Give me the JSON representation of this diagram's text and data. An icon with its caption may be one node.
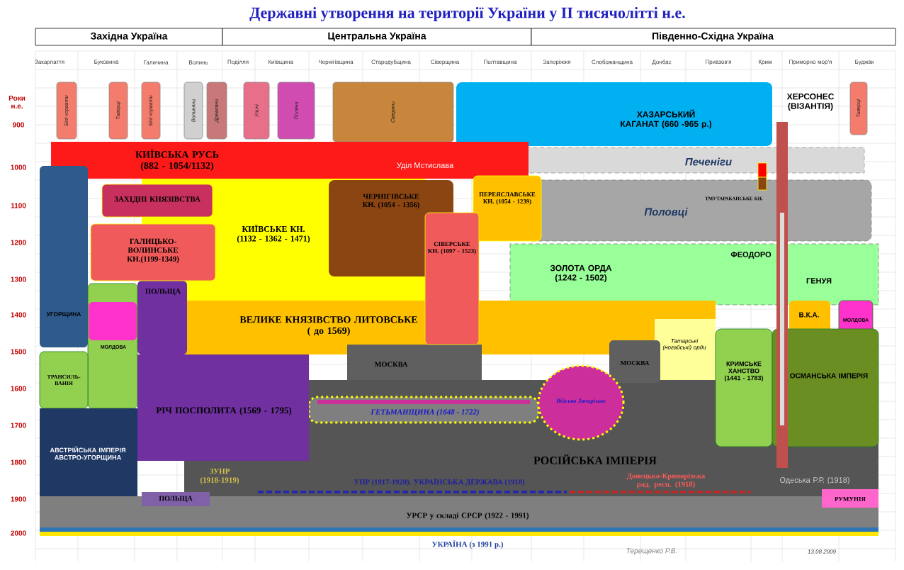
{
  "diagram": {
    "title": "Державні утворення на території України у ІІ тисячолітті н.е.",
    "nodes": [
      {
        "text": [
          "Західна Україна"
        ]
      },
      {
        "text": [
          "Центральна Україна"
        ]
      },
      {
        "text": [
          "Південно-Східна Україна"
        ]
      },
      {
        "text": [
          "Білі хорвати"
        ]
      },
      {
        "text": [
          "Тиверці"
        ]
      },
      {
        "text": [
          "Білі хорвати"
        ]
      },
      {
        "text": [
          "Волиняни"
        ]
      },
      {
        "text": [
          "Древляни"
        ]
      },
      {
        "text": [
          "Уличі"
        ]
      },
      {
        "text": [
          "Поляни"
        ]
      },
      {
        "text": [
          "Сіверяни"
        ]
      },
      {
        "text": [
          "Тиверці"
        ]
      },
      {
        "text": [
          "ХАЗАРСЬКИЙ КАГАНАТ (660 -965 р.)"
        ]
      },
      {
        "text": [
          "ХЕРСОНЕС (ВІЗАНТІЯ)"
        ]
      },
      {
        "text": [
          "КИЇВСЬКА РУСЬ (882 - 1054/1132)"
        ]
      },
      {
        "text": [
          "Печеніги"
        ]
      },
      {
        "text": [
          "УГОРЩИНА"
        ]
      },
      {
        "text": [
          "ЗАХІДНІ КНЯЗІВСТВА"
        ]
      },
      {
        "text": [
          "ЧЕРНІГІВСЬКЕ КН. (1054 - 1356)"
        ]
      },
      {
        "text": [
          "ПЕРЕЯСЛАВСЬКЕ КН. (1054 - 1239)"
        ]
      },
      {
        "text": [
          "ТМУТАРАКАНСЬКЕ КН."
        ]
      },
      {
        "text": [
          "Половці"
        ]
      },
      {
        "text": [
          "КИЇВСЬКЕ КН. (1132 - 1362 - 1471)"
        ]
      },
      {
        "text": [
          "СІВЕРСЬКЕ КН. (1097 - 1523)"
        ]
      },
      {
        "text": [
          "ГАЛИЦЬКО-ВОЛИНСЬКЕ КН.(1199-1349)"
        ]
      },
      {
        "text": [
          "ЗОЛОТА ОРДА (1242 - 1502)"
        ]
      },
      {
        "text": [
          "ФЕОДОРО"
        ],
        "in": 25
      },
      {
        "text": [
          "ГЕНУЯ"
        ],
        "in": 25
      },
      {
        "text": [
          "ПОЛЬЩА"
        ]
      },
      {
        "text": [
          "ВЕЛИКЕ КНЯЗІВСТВО ЛИТОВСЬКЕ",
          "( до 1569)"
        ]
      },
      {
        "text": [
          "В.К.А."
        ]
      },
      {
        "text": [
          "МОЛДОВА"
        ]
      },
      {
        "text": [
          "МОЛДОВА"
        ]
      },
      {
        "text": [
          "Татарські (ногайські) орди"
        ]
      },
      {
        "text": [
          "КРИМСЬКЕ ХАНСТВО (1441 - 1783)"
        ]
      },
      {
        "text": [
          "МОСКВА"
        ]
      },
      {
        "text": [
          "МОСКВА"
        ]
      },
      {
        "text": [
          "ОСМАНСЬКА ІМПЕРІЯ"
        ]
      },
      {
        "text": [
          "ТРАНСИЛЬ-ВАНІЯ"
        ]
      },
      {
        "text": [
          "РІЧ ПОСПОЛИТА (1569 - 1795)"
        ]
      },
      {
        "text": [
          "Військо Запорізьке"
        ]
      },
      {
        "text": [
          "ГЕТЬМАНЩИНА (1648 - 1722)"
        ],
        "in": 43
      },
      {
        "text": [
          "АВСТРІЙСЬКА ІМПЕРІЯ",
          "АВСТРО-УГОРЩИНА"
        ]
      },
      {
        "text": [
          "РОСІЙСЬКА ІМПЕРІЯ"
        ]
      },
      {
        "text": [
          "ЗУНР (1918-1919)"
        ],
        "in": 43
      },
      {
        "text": [
          "УНР (1917-1920). УКРАЇНСЬКА ДЕРЖАВА (1918)"
        ],
        "in": 43
      },
      {
        "text": [
          "Донецько-Криворізька рад. респ. (1918)"
        ],
        "in": 43
      },
      {
        "text": [
          "Одеська Р.Р. (1918)"
        ],
        "in": 43
      },
      {
        "text": [
          "ПОЛЬЩА"
        ]
      },
      {
        "text": [
          "РУМУНІЯ"
        ]
      },
      {
        "text": [
          "УРСР у складі СРСР (1922 - 1991)"
        ]
      },
      {
        "text": [
          "УКРАЇНА (з 1991 р.)"
        ]
      }
    ],
    "labels": [
      "Закарпаття",
      "Буковина",
      "Галичина",
      "Волинь",
      "Поділля",
      "Київщина",
      "Чернігівщина",
      "Стародубщина",
      "Сіверщина",
      "Полтавщина",
      "Запоріжжя",
      "Слобожанщина",
      "Донбас",
      "Приазов'я",
      "Крим",
      "Приморно мор'я",
      "Буджак",
      "Роки н.е.",
      "900",
      "1000",
      "1100",
      "1200",
      "1300",
      "1400",
      "1500",
      "1600",
      "1700",
      "1800",
      "1900",
      "2000",
      "Уділ Мстислава",
      "Терещенко Р.В.",
      "13.08.2009"
    ]
  }
}
